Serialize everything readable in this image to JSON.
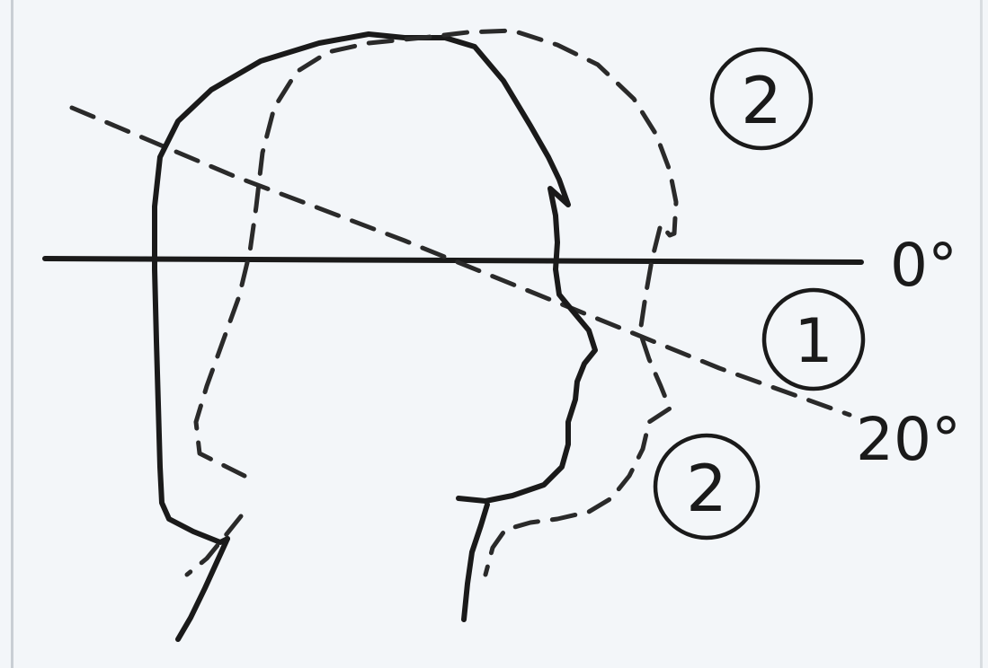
{
  "diagram": {
    "angle_labels": [
      "0°",
      "20°"
    ],
    "markers": [
      "2",
      "1",
      "2"
    ],
    "colors": {
      "background": "#f3f6f9",
      "ink": "#1a1a1a"
    }
  }
}
